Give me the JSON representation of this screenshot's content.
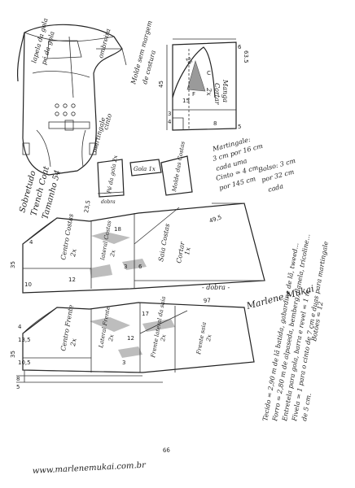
{
  "title": {
    "line1": "Sobretudo",
    "line2": "Trench Coat",
    "line3": "Tamanho 54"
  },
  "sketch_labels": {
    "lapela_gola": "lapela da gola",
    "gola_pe": "pé da gola",
    "ombreira": "ombreira",
    "martingale": "martingale",
    "cinto": "cinto"
  },
  "sleeve": {
    "label1": "Manga",
    "label2": "Cortar",
    "label3": "2x",
    "note_line1": "Molde sem margem",
    "note_line2": "de costura",
    "dim_top": "63.5",
    "dim_cap": "25",
    "dim_left": "45",
    "dim_small1": "3",
    "dim_small2": "4",
    "dim_bottom_mid": "8",
    "dim_side": "6",
    "dim_side2": "5",
    "letter_f": "F",
    "letter_c": "C",
    "dim_15": "15"
  },
  "small_parts": {
    "pe_gola": "Pé da gola 2x",
    "gola": "Gola 1x",
    "molde_costas": "Molde das Costas",
    "dobra": "dobra"
  },
  "martingale_note": [
    "Martingale:",
    "3 cm por 16 cm",
    "cada uma",
    "Cinto = 4 cm",
    "por 145 cm",
    "Bolso: 3 cm",
    "por 32 cm",
    "cada"
  ],
  "back": {
    "centro": "Centro Costas",
    "centro2": "2x",
    "lateral": "lateral Costas",
    "lateral2": "2x",
    "saia": "Saia Costas",
    "saia2": "Cortar",
    "saia3": "1x",
    "dobra": "- dobra -",
    "dims": {
      "d35": "35",
      "d23_5": "23,5",
      "d18": "18",
      "d49_5": "49,5",
      "d4": "4",
      "d12": "12",
      "d3": "3",
      "d6": "6",
      "d10": "10",
      "d97": "97"
    }
  },
  "front": {
    "centro": "Centro Frente",
    "centro2": "2x",
    "lateral": "Lateral Frente",
    "lateral2": "2x",
    "frente_lateral": "Frente lateral da saia",
    "frente_lateral2": "2x",
    "frente_saia": "Frente saia",
    "frente_saia2": "2x",
    "dims": {
      "d35": "35",
      "d4": "4",
      "d13_5": "13,5",
      "d10_5": "10,5",
      "d17": "17",
      "d12": "12",
      "d3": "3",
      "d8": "8",
      "d5": "5",
      "d66": "66"
    }
  },
  "materials": [
    "Tecido = 2,90 m de lã batida, gabardine de lã, tweed...",
    "Forro = 2,80 m de alpaseda, bemberg, flanela, tricoline...",
    "Entretela para gola, barra e revel = 1 m",
    "Fivela = 1 para o cinto de 7 cm e duas para martingale",
    "de 5 cm.",
    "Botões = 12"
  ],
  "signature": "Marlene Mukai",
  "footer": "www.marlenemukai.com.br"
}
